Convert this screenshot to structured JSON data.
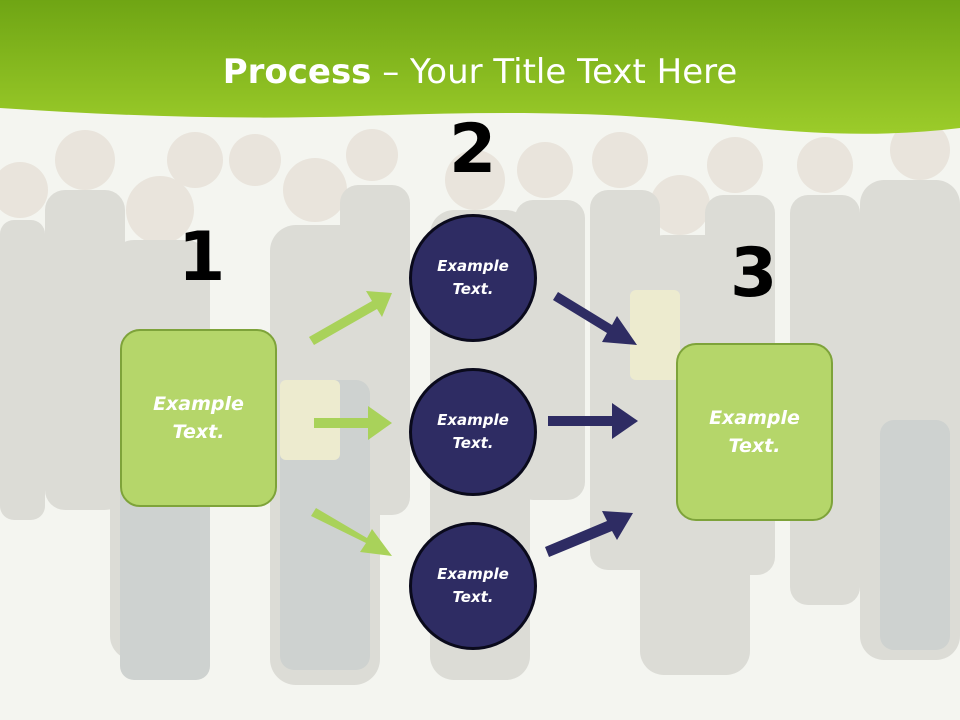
{
  "title": {
    "bold": "Process",
    "rest": " – Your Title Text Here"
  },
  "steps": [
    {
      "number": "1",
      "text_line1": "Example",
      "text_line2": "Text."
    },
    {
      "number": "2",
      "circles": [
        {
          "text_line1": "Example",
          "text_line2": "Text."
        },
        {
          "text_line1": "Example",
          "text_line2": "Text."
        },
        {
          "text_line1": "Example",
          "text_line2": "Text."
        }
      ]
    },
    {
      "number": "3",
      "text_line1": "Example",
      "text_line2": "Text."
    }
  ],
  "colors": {
    "header_green": "#8cc21f",
    "box_green": "#b5d66a",
    "circle_navy": "#2e2c63",
    "arrow_green": "#a9d25a",
    "arrow_navy": "#2e2c63"
  }
}
